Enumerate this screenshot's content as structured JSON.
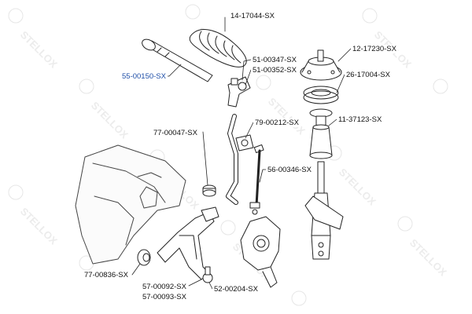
{
  "watermark": {
    "text": "STELLOX",
    "color": "#e9e9e9"
  },
  "colors": {
    "line": "#222222",
    "part_fill": "#ffffff",
    "highlight": "#1f4fa8"
  },
  "parts": [
    {
      "id": "p1",
      "name": "tie-rod-boot",
      "label": "14-17044-SX"
    },
    {
      "id": "p2",
      "name": "tie-rod-end-left",
      "label": "51-00347-SX"
    },
    {
      "id": "p3",
      "name": "tie-rod-end-right",
      "label": "51-00352-SX"
    },
    {
      "id": "p4",
      "name": "top-strut-mount",
      "label": "12-17230-SX"
    },
    {
      "id": "p5",
      "name": "strut-bearing",
      "label": "26-17004-SX"
    },
    {
      "id": "p6",
      "name": "inner-tie-rod",
      "label": "55-00150-SX",
      "highlighted": true
    },
    {
      "id": "p7",
      "name": "stabilizer-bushing",
      "label": "79-00212-SX"
    },
    {
      "id": "p8",
      "name": "bump-stop-kit",
      "label": "11-37123-SX"
    },
    {
      "id": "p9",
      "name": "subframe-bushing",
      "label": "77-00047-SX"
    },
    {
      "id": "p10",
      "name": "stabilizer-link",
      "label": "56-00346-SX"
    },
    {
      "id": "p11",
      "name": "control-arm-bushing",
      "label": "77-00836-SX"
    },
    {
      "id": "p12",
      "name": "ball-joint-left",
      "label": "57-00092-SX"
    },
    {
      "id": "p13",
      "name": "ball-joint-right",
      "label": "57-00093-SX"
    },
    {
      "id": "p14",
      "name": "control-arm",
      "label": "52-00204-SX"
    }
  ]
}
